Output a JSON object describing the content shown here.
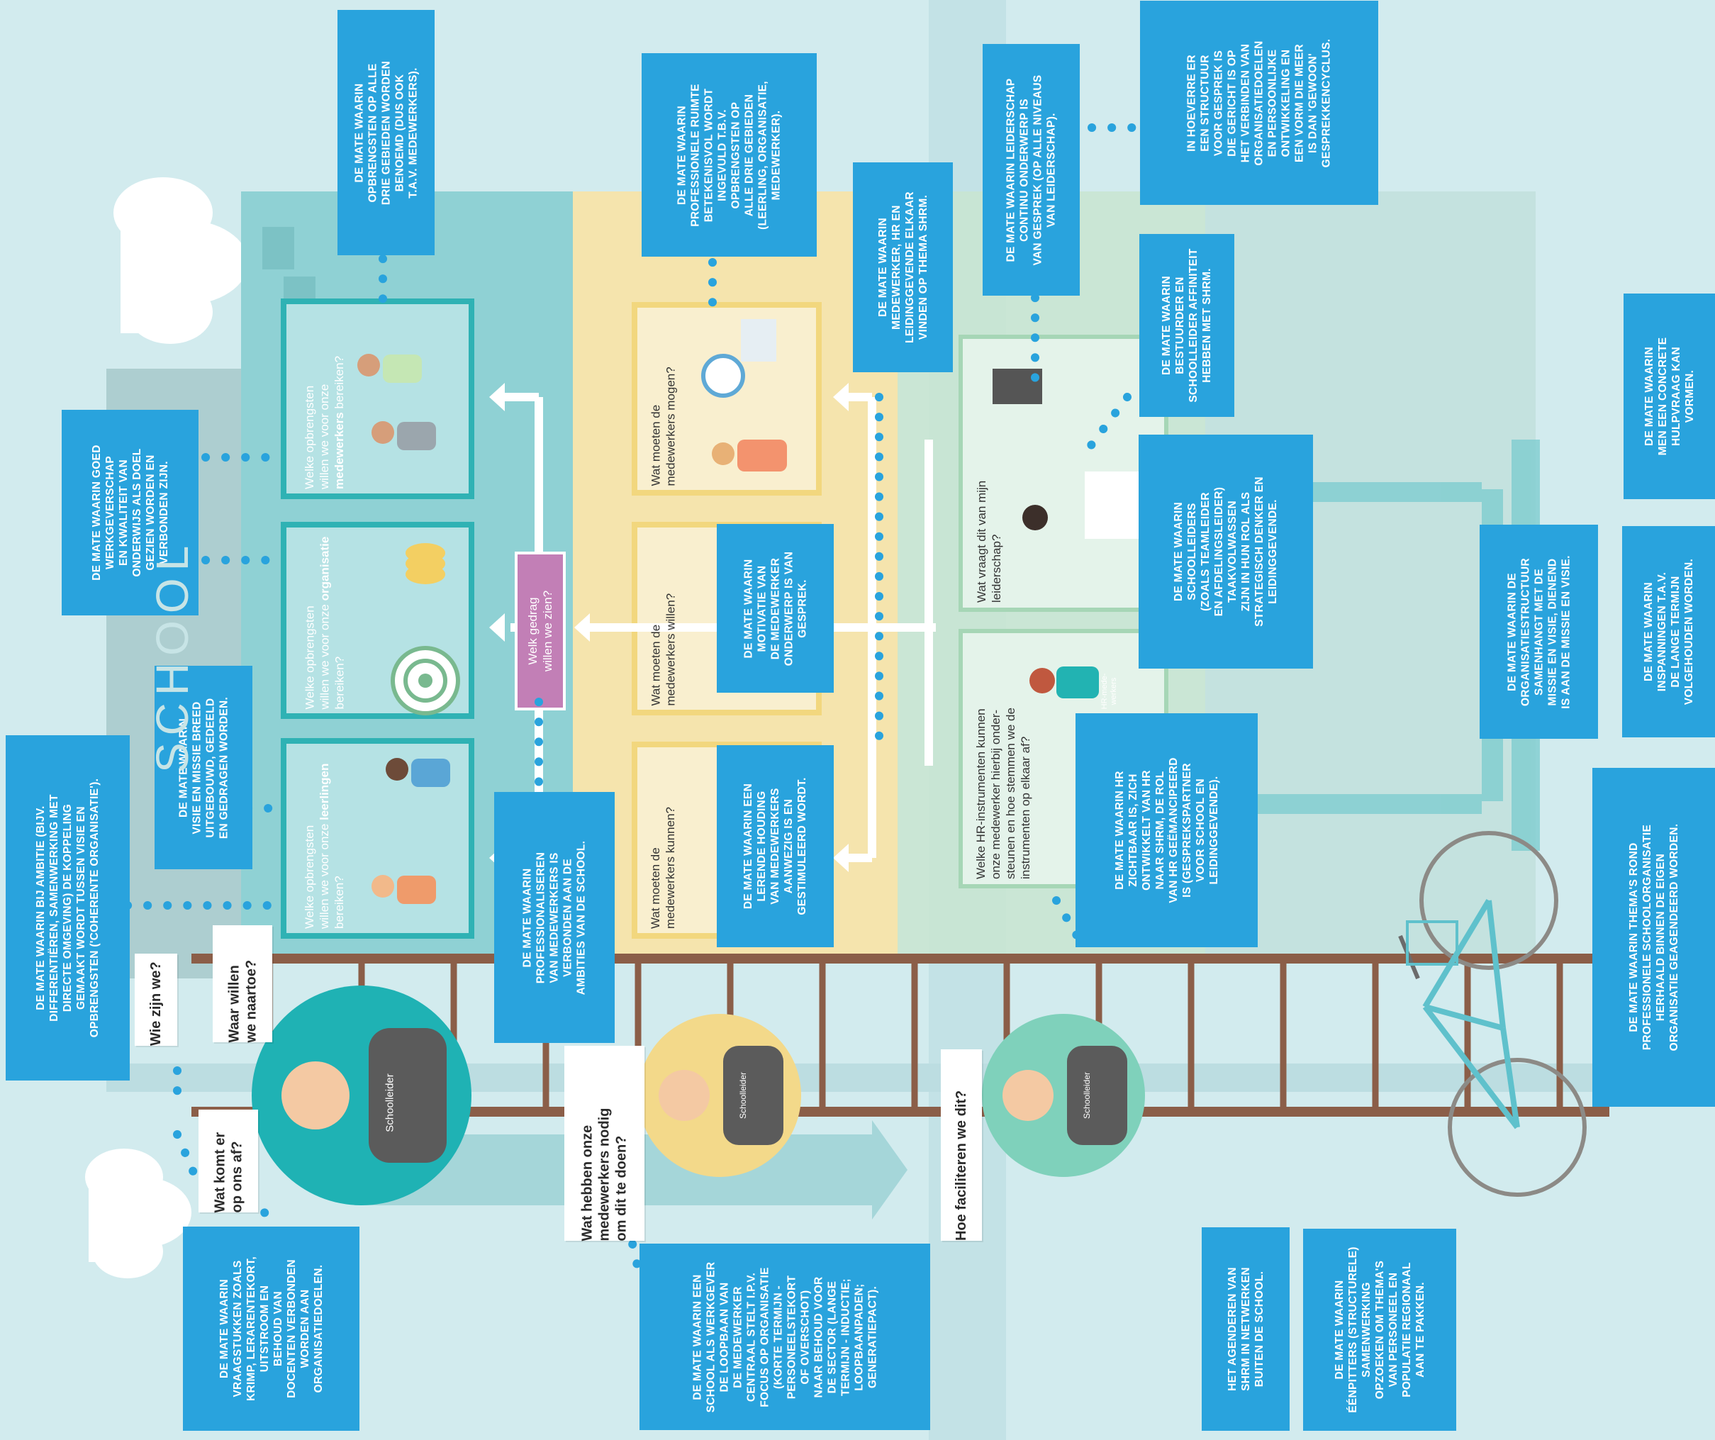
{
  "colors": {
    "sky": "#d2ebee",
    "box": "#29a3dd",
    "teal_zone": "#8fd1d4",
    "yellow_zone": "#f5e4ad",
    "green_zone": "#c9e6d2",
    "ladder": "#8b5e48",
    "behavior": "#c27fb6",
    "dots": "#29a3dd"
  },
  "text_boxes": [
    {
      "id": "opbrengsten-drie-gebieden",
      "text": "DE MATE WAARIN\nOPBRENGSTEN OP ALLE\nDRIE GEBIEDEN WORDEN\nBENOEMD (DUS OOK\nT.A.V. MEDEWERKERS)."
    },
    {
      "id": "professionele-ruimte",
      "text": "DE MATE WAARIN\nPROFESSIONELE RUIMTE\nBETEKENISVOL WORDT\nINGEVULD T.B.V.\nOPBRENGSTEN OP\nALLE DRIE GEBIEDEN\n(LEERLING, ORGANISATIE,\nMEDEWERKER)."
    },
    {
      "id": "medewerker-hr-leiding",
      "text": "DE MATE WAARIN\nMEDEWERKER, HR EN\nLEIDINGGEVENDE ELKAAR\nVINDEN OP THEMA SHRM."
    },
    {
      "id": "leiderschap-continu",
      "text": "DE MATE WAARIN LEIDERSCHAP\nCONTINU ONDERWERP IS\nVAN GESPREK (OP ALLE NIVEAUS\nVAN LEIDERSCHAP)."
    },
    {
      "id": "structuur-gesprek",
      "text": "IN HOEVERRE ER\nEEN STRUCTUUR\nVOOR GESPREK IS\nDIE GERICHT IS OP\nHET VERBINDEN VAN\nORGANISATIEDOELEN\nEN PERSOONLIJKE\nONTWIKKELING EN\nEEN VORM DIE MEER\nIS DAN 'GEWOON'\nGESPREKKENCYCLUS."
    },
    {
      "id": "bestuurder-affiniteit",
      "text": "DE MATE WAARIN\nBESTUURDER EN\nSCHOOLLEIDER AFFINITEIT\nHEBBEN MET SHRM."
    },
    {
      "id": "concrete-hulpvraag",
      "text": "DE MATE WAARIN\nMEN EEN CONCRETE\nHULPVRAAG KAN\nVORMEN."
    },
    {
      "id": "goed-werkgeverschap",
      "text": "DE MATE WAARIN GOED\nWERKGEVERSCHAP\nEN KWALITEIT VAN\nONDERWIJS ALS DOEL\nGEZIEN WORDEN EN\nVERBONDEN ZIJN."
    },
    {
      "id": "missie-breed",
      "text": "DE MATE WAARIN\nVISIE EN MISSIE BREED\nUITGEBOUWD, GEDEELD\nEN GEDRAGEN WORDEN."
    },
    {
      "id": "ambitie-koppeling",
      "text": "DE MATE WAARIN BIJ AMBITIE (BIJV.\nDIFFERENTIËREN, SAMENWERKING MET\nDIRECTE OMGEVING) DE KOPPELING\nGEMAAKT WORDT TUSSEN VISIE EN\nOPBRENGSTEN ('COHERENTE ORGANISATIE')."
    },
    {
      "id": "professionaliseren",
      "text": "DE MATE WAARIN\nPROFESSIONALISEREN\nVAN MEDEWERKERS IS\nVERBONDEN AAN DE\nAMBITIES VAN DE SCHOOL."
    },
    {
      "id": "motivatie",
      "text": "DE MATE WAARIN\nMOTIVATIE VAN\nDE MEDEWERKER\nONDERWERP IS VAN\nGESPREK."
    },
    {
      "id": "lerende-houding",
      "text": "DE MATE WAARIN EEN\nLERENDE HOUDING\nVAN MEDEWERKERS\nAANWEZIG IS EN\nGESTIMULEERD WORDT."
    },
    {
      "id": "schoolleiders-taakvolwassen",
      "text": "DE MATE WAARIN\nSCHOOLLEIDERS\n(ZOALS TEAMLEIDER\nEN AFDELINGSLEIDER)\nTAAKVOLWASSEN\nZIJN IN HUN ROL ALS\nSTRATEGISCH DENKER EN\nLEIDINGGEVENDE."
    },
    {
      "id": "hr-zichtbaar",
      "text": "DE MATE WAARIN HR\nZICHTBAAR IS, ZICH\nONTWIKKELT VAN HR\nNAAR SHRM, DE ROL\nVAN HR GEËMANCIPEERD\nIS (GESPREKSPARTNER\nVOOR SCHOOL EN\nLEIDINGGEVENDE)."
    },
    {
      "id": "organisatiestructuur",
      "text": "DE MATE WAARIN DE\nORGANISATIESTRUCTUUR\nSAMENHANGT MET DE\nMISSIE EN VISIE, DIENEND\nIS AAN DE MISSIE EN VISIE."
    },
    {
      "id": "inspanningen-lange-termijn",
      "text": "DE MATE WAARIN\nINSPANNINGEN T.A.V.\nDE LANGE TERMIJN\nVOLGEHOUDEN WORDEN."
    },
    {
      "id": "themas-herhaald",
      "text": "DE MATE WAARIN THEMA'S ROND\nPROFESSIONELE SCHOOLORGANISATIE\nHERHAALD BINNEN DE EIGEN\nORGANISATIE GEAGENDEERD WORDEN."
    },
    {
      "id": "vraagstukken-krimp",
      "text": "DE MATE WAARIN\nVRAAGSTUKKEN ZOALS\nKRIMP, LERARENTEKORT,\nUITSTROOM EN\nBEHOUD VAN\nDOCENTEN VERBONDEN\nWORDEN AAN\nORGANISATIEDOELEN."
    },
    {
      "id": "loopbaan-medewerker",
      "text": "DE MATE WAARIN EEN\nSCHOOL ALS WERKGEVER\nDE LOOPBAAN VAN\nDE MEDEWERKER\nCENTRAAL STELT I.P.V.\nFOCUS OP ORGANISATIE\n(KORTE TERMIJN -\nPERSONEELSTEKORT\nOF OVERSCHOT)\nNAAR BEHOUD VOOR\nDE SECTOR (LANGE\nTERMIJN - INDUCTIE;\nLOOPBAANPADEN;\nGENERATIEPACT)."
    },
    {
      "id": "netwerken",
      "text": "HET AGENDEREN VAN\nSHRM IN NETWERKEN\nBUITEN DE SCHOOL."
    },
    {
      "id": "eenpitters",
      "text": "DE MATE WAARIN\nÉÉNPITTERS (STRUCTURELE)\nSAMENWERKING\nOPZOEKEN OM THEMA'S\nVAN PERSONEEL EN\nPOPULATIE REGIONAAL\nAAN TE PAKKEN."
    }
  ],
  "panels": [
    {
      "id": "medewerkers-bereiken",
      "pre": "Welke opbrengsten\nwillen we voor onze",
      "bold": "medewerkers",
      "post": " bereiken?"
    },
    {
      "id": "organisatie-bereiken",
      "pre": "Welke opbrengsten\nwillen we voor onze",
      "bold": "organisatie",
      "post": " bereiken?"
    },
    {
      "id": "leerlingen-bereiken",
      "pre": "Welke opbrengsten\nwillen we voor onze",
      "bold": "leerlingen",
      "post": " bereiken?"
    },
    {
      "id": "mogen",
      "text": "Wat moeten de\nmedewerkers mogen?"
    },
    {
      "id": "willen",
      "text": "Wat moeten de\nmedewerkers willen?"
    },
    {
      "id": "kunnen",
      "text": "Wat moeten de\nmedewerkers kunnen?"
    },
    {
      "id": "leiderschap",
      "text": "Wat vraagt dit van mijn\nleiderschap?"
    },
    {
      "id": "hr-instrumenten",
      "text": "Welke HR-instrumenten kunnen\nonze medewerker hierbij onder-\nsteunen en hoe stemmen we de\ninstrumenten op elkaar af?"
    }
  ],
  "behavior_label": "Welk gedrag\nwillen we zien?",
  "hr_badge": "HR-mede-\nwerkers",
  "school_sign": "SCHOOL",
  "bubbles": [
    {
      "id": "wie-zijn-we",
      "text": "Wie zijn we?"
    },
    {
      "id": "waar-willen-we",
      "text": "Waar willen\nwe naartoe?"
    },
    {
      "id": "wat-komt-er",
      "text": "Wat komt er\nop ons af?"
    },
    {
      "id": "wat-hebben-nodig",
      "text": "Wat hebben onze\nmedewerkers nodig\nom dit te doen?"
    },
    {
      "id": "hoe-faciliteren",
      "text": "Hoe faciliteren we dit?"
    }
  ],
  "figures": [
    {
      "id": "schoolleider-1",
      "label": "Schoolleider"
    },
    {
      "id": "schoolleider-2",
      "label": "Schoolleider"
    },
    {
      "id": "schoolleider-3",
      "label": "Schoolleider"
    }
  ]
}
